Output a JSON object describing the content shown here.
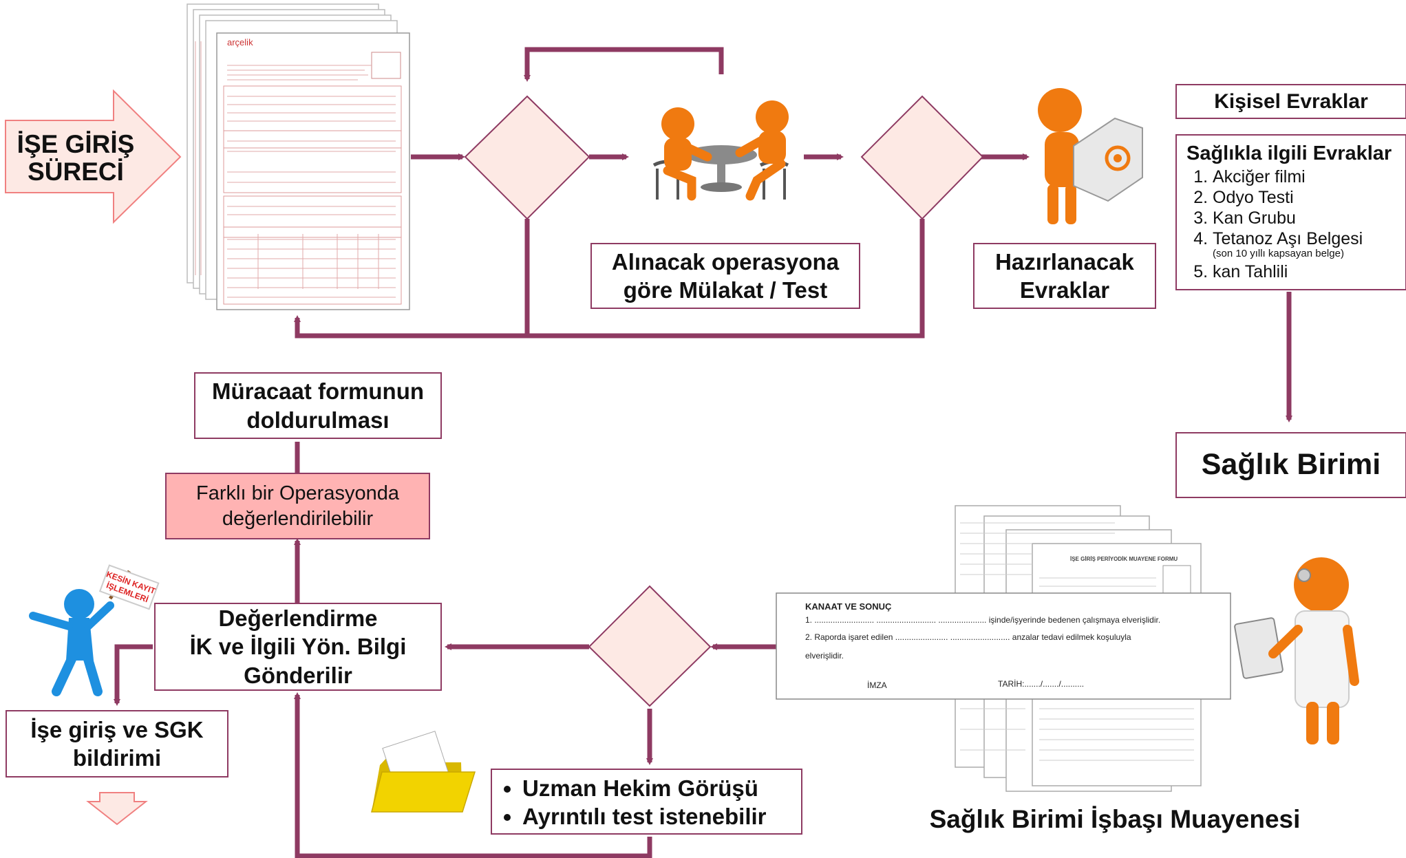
{
  "start_arrow": {
    "line1": "İŞE GİRİŞ",
    "line2": "SÜRECİ"
  },
  "interview_box": {
    "line1": "Alınacak operasyona",
    "line2": "göre Mülakat / Test"
  },
  "documents_box": {
    "line1": "Hazırlanacak",
    "line2": "Evraklar"
  },
  "personal_docs": {
    "label": "Kişisel Evraklar"
  },
  "health_docs": {
    "title": "Sağlıkla ilgili Evraklar",
    "items": [
      "Akciğer filmi",
      "Odyo Testi",
      "Kan Grubu",
      "Tetanoz Aşı Belgesi",
      "kan Tahlili"
    ],
    "note": "(son 10 yıllı kapsayan belge)"
  },
  "health_unit": {
    "label": "Sağlık Birimi"
  },
  "application_form_box": {
    "line1": "Müracaat formunun",
    "line2": "doldurulması"
  },
  "other_operation_box": {
    "line1": "Farklı bir  Operasyonda",
    "line2": "değerlendirilebilir"
  },
  "evaluation_box": {
    "line1": "Değerlendirme",
    "line2": "İK ve İlgili Yön. Bilgi",
    "line3": "Gönderilir"
  },
  "sgk_box": {
    "line1": "İşe giriş ve SGK",
    "line2": "bildirimi"
  },
  "specialist_box": {
    "items": [
      "Uzman Hekim Görüşü",
      "Ayrıntılı test istenebilir"
    ]
  },
  "exam_caption": "Sağlık Birimi İşbaşı Muayenesi",
  "sign_text": {
    "line1": "KESİN KAYIT",
    "line2": "İŞLEMLERİ"
  },
  "form_logo": "arçelik",
  "exam_form": {
    "heading": "KANAAT VE SONUÇ",
    "line1": "1. .......................... .......................... ..................... işinde/işyerinde bedenen çalışmaya elverişlidir.",
    "line2": "2. Raporda işaret edilen  .......................  .......................... anzalar tedavi edilmek koşuluyla",
    "line3": "elverişlidir.",
    "sign": "İMZA",
    "date": "TARİH:......./......./.........."
  },
  "periodic_form_title": "İŞE GİRİŞ PERİYODİK MUAYENE FORMU",
  "colors": {
    "arrow": "#8e3a62",
    "diamond_fill": "#fde9e4",
    "highlight": "#ffb3b3",
    "figure": "#f07a10",
    "blue_figure": "#1e90e0",
    "folder": "#f2d300"
  }
}
